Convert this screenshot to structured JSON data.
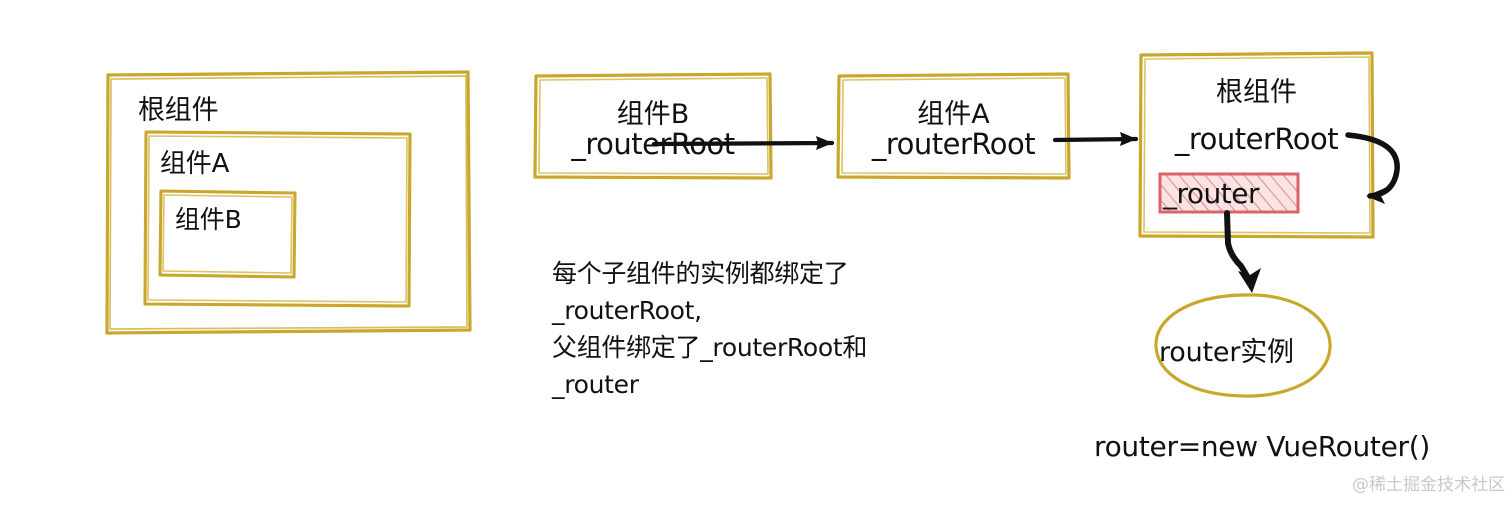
{
  "diagram": {
    "title_semantics": "vue-router _routerRoot binding diagram",
    "colors": {
      "box_stroke": "#c8a72c",
      "arrow": "#111111",
      "highlight_fill": "#f7d4d4",
      "highlight_stroke": "#d9636b",
      "text": "#111111",
      "watermark": "#c9c9c9",
      "background": "#ffffff"
    }
  },
  "nesting": {
    "root_label": "根组件",
    "child_a_label": "组件A",
    "child_b_label": "组件B"
  },
  "chain": {
    "component_b": {
      "title": "组件B",
      "property": "_routerRoot"
    },
    "component_a": {
      "title": "组件A",
      "property": "_routerRoot"
    },
    "root_component": {
      "title": "根组件",
      "property": "_routerRoot",
      "highlighted_property": "_router"
    }
  },
  "note": {
    "lines": [
      "每个子组件的实例都绑定了",
      "_routerRoot,",
      "父组件绑定了_routerRoot和",
      "_router"
    ]
  },
  "instance": {
    "ellipse_label": "router实例",
    "caption": "router=new VueRouter()"
  },
  "watermark": {
    "text": "@稀土掘金技术社区"
  }
}
